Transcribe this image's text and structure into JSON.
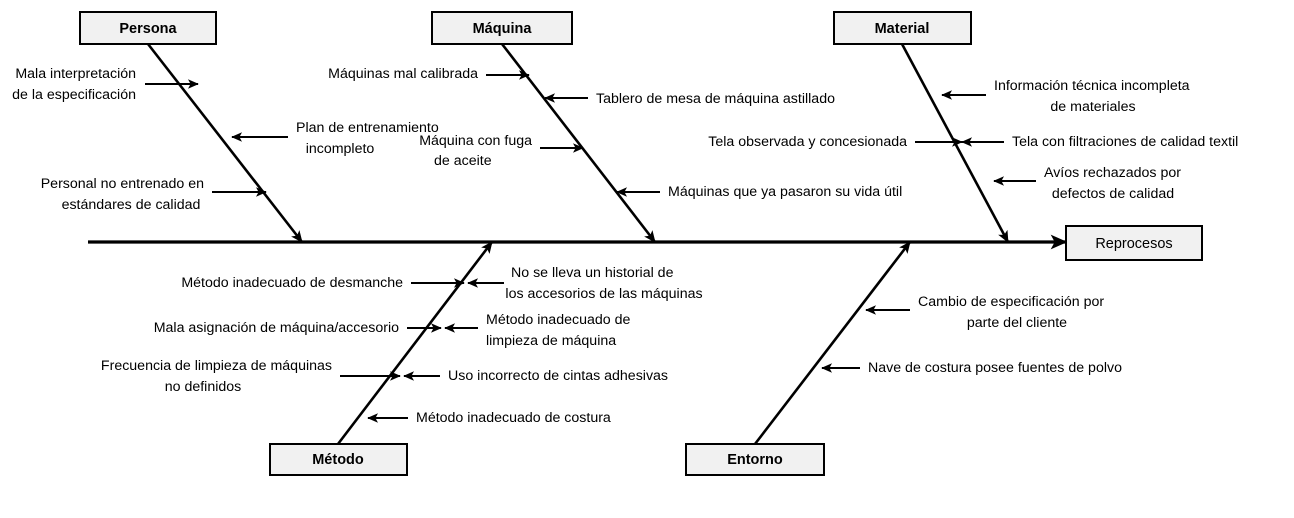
{
  "diagram": {
    "type": "ishikawa-fishbone",
    "effect": {
      "label": "Reprocesos"
    },
    "categories": [
      {
        "id": "persona",
        "label": "Persona",
        "position": "top",
        "causes": [
          "Mala interpretación\nde la especificación",
          "Plan de entrenamiento\nincompleto",
          "Personal no entrenado en\nestándares de calidad"
        ]
      },
      {
        "id": "maquina",
        "label": "Máquina",
        "position": "top",
        "causes": [
          "Máquinas mal calibrada",
          "Tablero de mesa de máquina astillado",
          "Máquina con fuga\nde aceite",
          "Máquinas que ya pasaron su vida útil"
        ]
      },
      {
        "id": "material",
        "label": "Material",
        "position": "top",
        "causes": [
          "Información técnica incompleta\nde materiales",
          "Tela observada y concesionada",
          "Tela con filtraciones de calidad textil",
          "Avíos rechazados por\ndefectos de calidad"
        ]
      },
      {
        "id": "metodo",
        "label": "Método",
        "position": "bottom",
        "causes": [
          "Método inadecuado de desmanche",
          "No se lleva un historial de\nlos accesorios de las máquinas",
          "Mala asignación de máquina/accesorio",
          "Método inadecuado de\nlimpieza de máquina",
          "Frecuencia de limpieza de máquinas\nno definidos",
          "Uso incorrecto de cintas adhesivas",
          "Método inadecuado de costura"
        ]
      },
      {
        "id": "entorno",
        "label": "Entorno",
        "position": "bottom",
        "causes": [
          "Cambio de especificación por\nparte del cliente",
          "Nave de costura posee fuentes de polvo"
        ]
      }
    ],
    "colors": {
      "box_fill": "#f1f1f1",
      "stroke": "#000000",
      "background": "#ffffff"
    }
  },
  "labels": {
    "persona": "Persona",
    "maquina": "Máquina",
    "material": "Material",
    "metodo": "Método",
    "entorno": "Entorno",
    "efecto": "Reprocesos",
    "p1a": "Mala interpretación",
    "p1b": "de la especificación",
    "p2a": "Plan de entrenamiento",
    "p2b": "incompleto",
    "p3a": "Personal no entrenado en",
    "p3b": "estándares de calidad",
    "mq1": "Máquinas mal calibrada",
    "mq2": "Tablero de mesa de máquina astillado",
    "mq3a": "Máquina con fuga",
    "mq3b": "de aceite",
    "mq4": "Máquinas que ya pasaron su vida útil",
    "mt1a": "Información técnica incompleta",
    "mt1b": "de materiales",
    "mt2": "Tela observada y concesionada",
    "mt3": "Tela con filtraciones de calidad textil",
    "mt4a": "Avíos rechazados por",
    "mt4b": "defectos de calidad",
    "me1": "Método inadecuado de desmanche",
    "me2a": "No se lleva un historial de",
    "me2b": "los accesorios de las máquinas",
    "me3": "Mala asignación de máquina/accesorio",
    "me4a": "Método inadecuado de",
    "me4b": "limpieza de máquina",
    "me5a": "Frecuencia de limpieza de máquinas",
    "me5b": "no definidos",
    "me6": "Uso incorrecto de cintas adhesivas",
    "me7": "Método inadecuado de costura",
    "en1a": "Cambio de especificación por",
    "en1b": "parte del cliente",
    "en2": "Nave de costura posee fuentes de polvo"
  }
}
